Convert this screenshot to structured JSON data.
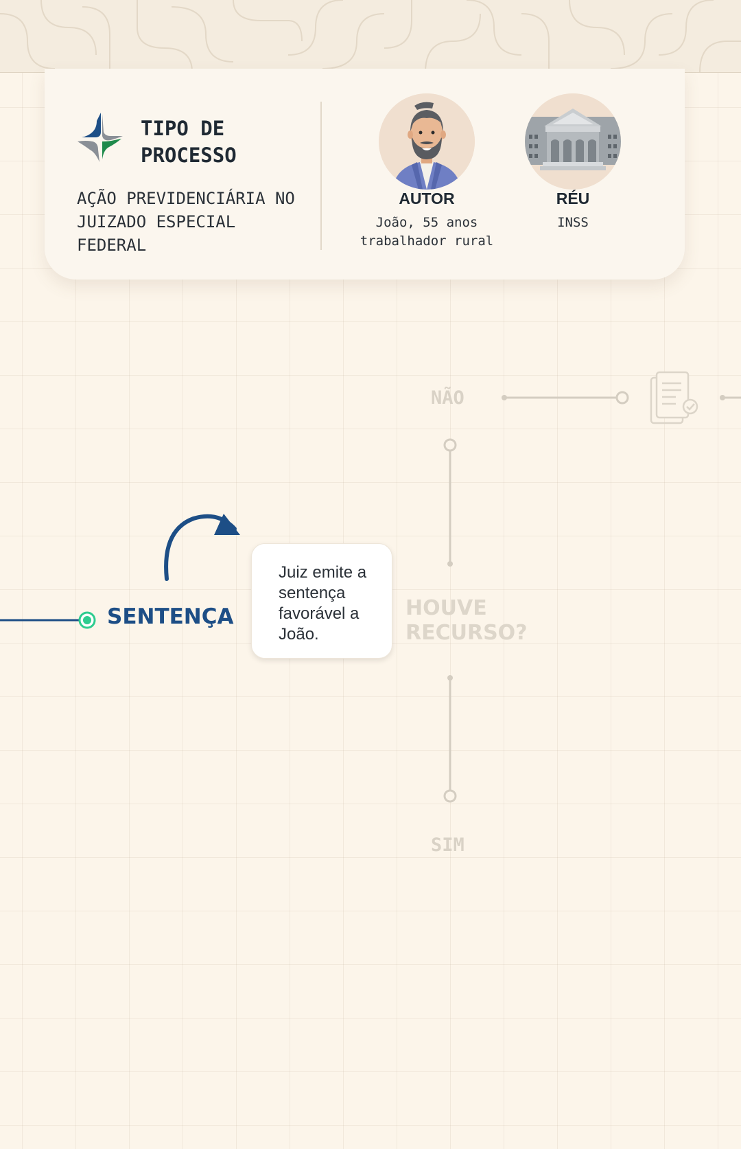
{
  "header": {
    "title": "TIPO DE PROCESSO",
    "description": "AÇÃO PREVIDENCIÁRIA NO JUIZADO ESPECIAL FEDERAL"
  },
  "parties": {
    "autor": {
      "label": "AUTOR",
      "line1": "João, 55 anos",
      "line2": "trabalhador rural"
    },
    "reu": {
      "label": "RÉU",
      "line1": "INSS"
    }
  },
  "flow": {
    "current_step": "SENTENÇA",
    "step_description": "Juiz emite a sentença favorável a João.",
    "question": "HOUVE RECURSO?",
    "option_no": "NÃO",
    "option_yes": "SIM"
  },
  "colors": {
    "background": "#fcf5ea",
    "primary_blue": "#1d4e86",
    "active_green": "#2ecc8f",
    "faded": "#d9d2c6"
  }
}
